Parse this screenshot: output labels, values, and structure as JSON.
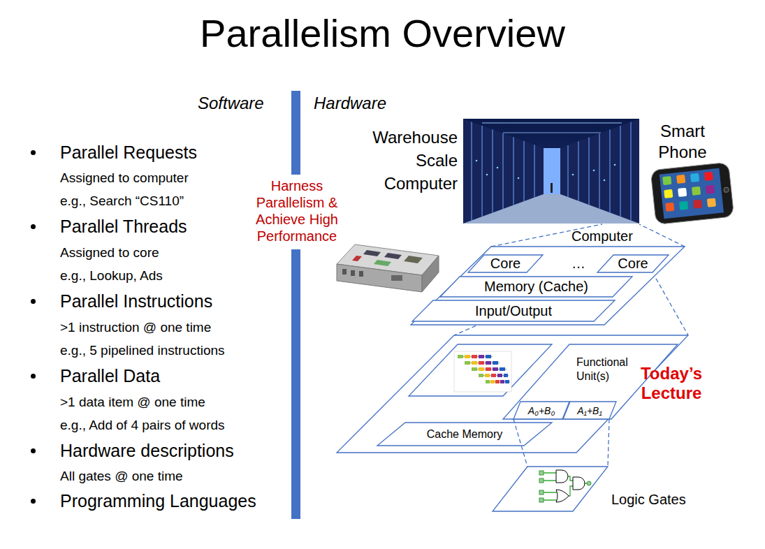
{
  "diagram": {
    "title": "Parallelism Overview",
    "nodes": [
      {
        "text": [
          "Computer"
        ]
      },
      {
        "text": [
          "Core"
        ],
        "in": 0
      },
      {
        "text": [
          "Core"
        ],
        "in": 0
      },
      {
        "text": [
          "Memory (Cache)"
        ],
        "in": 0
      },
      {
        "text": [
          "Input/Output"
        ],
        "in": 0
      },
      {
        "text": [
          "Functional Unit(s)"
        ]
      },
      {
        "text": [
          "A₀+B₀"
        ],
        "in": 5
      },
      {
        "text": [
          "A₁+B₁"
        ],
        "in": 5
      },
      {
        "text": [
          "Cache Memory"
        ]
      },
      {
        "text": [
          "Logic Gates"
        ]
      }
    ],
    "edges": [
      {
        "from": 6,
        "to": 9,
        "arrow": "none"
      },
      {
        "from": 7,
        "to": 9,
        "arrow": "none"
      }
    ],
    "labels": [
      "Software",
      "Hardware",
      "Warehouse Scale Computer",
      "Smart Phone",
      "Parallel Requests",
      "Assigned to computer",
      "e.g., Search “CS110”",
      "Parallel Threads",
      "Assigned to core",
      "e.g., Lookup, Ads",
      "Parallel Instructions",
      ">1 instruction @ one time",
      "e.g., 5 pipelined instructions",
      "Parallel Data",
      ">1 data item @ one time",
      "e.g., Add of 4 pairs of words",
      "Hardware descriptions",
      "All gates @ one time",
      "Programming Languages",
      "Harness Parallelism & Achieve High Performance",
      "…",
      "Today’s Lecture"
    ]
  }
}
